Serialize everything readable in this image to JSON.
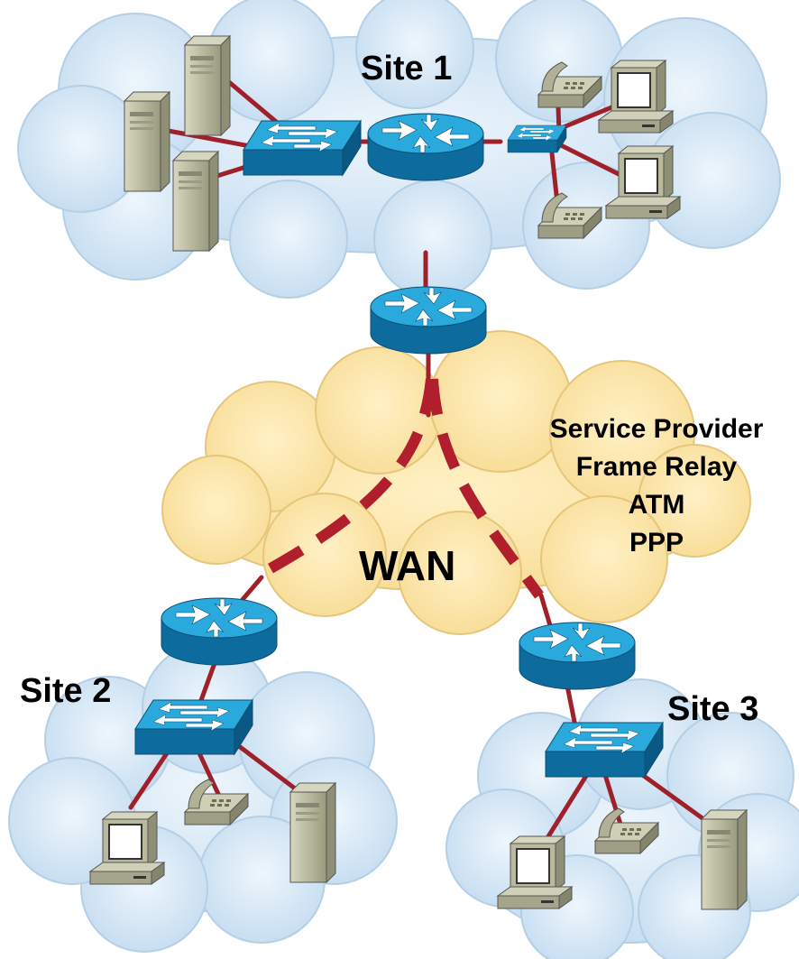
{
  "sites": {
    "site1": "Site 1",
    "site2": "Site 2",
    "site3": "Site 3"
  },
  "wan": {
    "label": "WAN",
    "provider_lines": [
      "Service Provider",
      "Frame Relay",
      "ATM",
      "PPP"
    ]
  },
  "colors": {
    "site_cloud": "#cfe3f4",
    "wan_cloud": "#fde5a6",
    "link": "#a0202a",
    "device_blue": "#1a95cc",
    "device_beige": "#bcbc9c"
  },
  "icons": {
    "router": "router-icon",
    "switch": "switch-icon",
    "server": "server-icon",
    "workstation": "workstation-icon",
    "phone": "ip-phone-icon"
  }
}
